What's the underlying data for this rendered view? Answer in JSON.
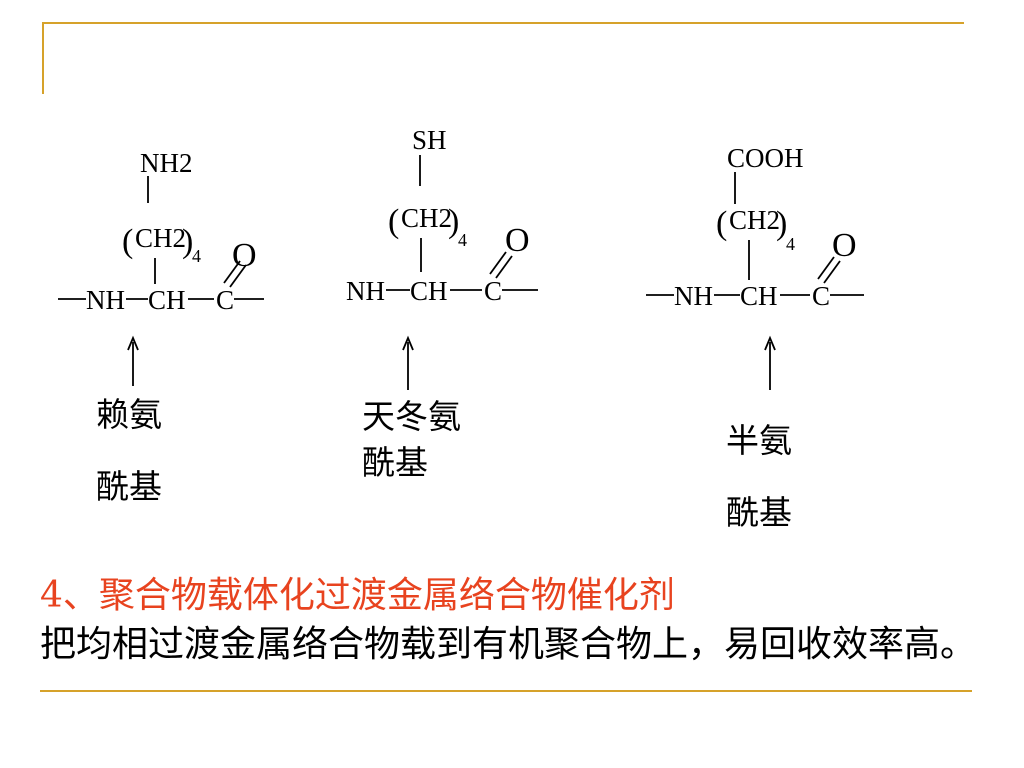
{
  "structures": [
    {
      "group": "NH2",
      "chain": "CH2",
      "chain_sub": "4",
      "backbone": {
        "nh": "NH",
        "ch": "CH",
        "c": "C",
        "o": "O"
      },
      "label_line1": "赖氨",
      "label_line2": "酰基"
    },
    {
      "group": "SH",
      "chain": "CH2",
      "chain_sub": "4",
      "backbone": {
        "nh": "NH",
        "ch": "CH",
        "c": "C",
        "o": "O"
      },
      "label_line1": "天冬氨",
      "label_line2": "酰基"
    },
    {
      "group": "COOH",
      "chain": "CH2",
      "chain_sub": "4",
      "backbone": {
        "nh": "NH",
        "ch": "CH",
        "c": "C",
        "o": "O"
      },
      "label_line1": "半氨",
      "label_line2": "酰基"
    }
  ],
  "heading": "4、聚合物载体化过渡金属络合物催化剂",
  "body": "把均相过渡金属络合物载到有机聚合物上，易回收效率高。",
  "colors": {
    "accent_line": "#d6a22a",
    "heading": "#e8431f",
    "text": "#000000"
  }
}
